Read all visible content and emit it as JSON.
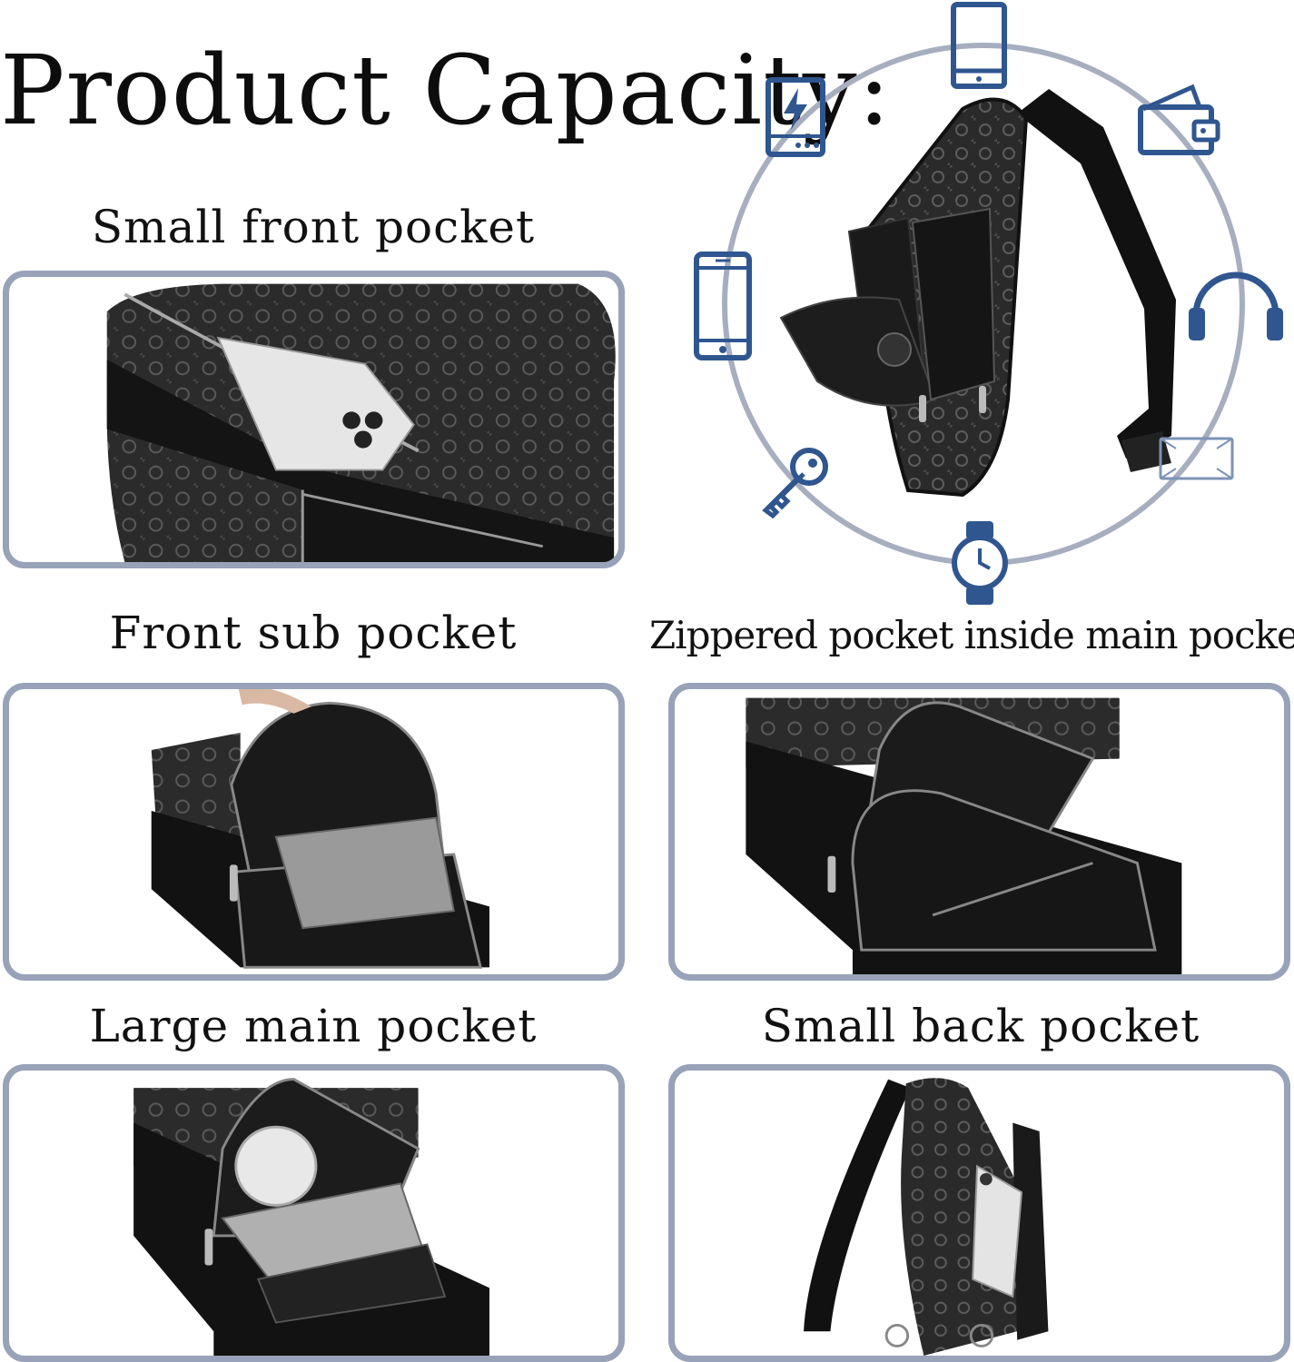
{
  "page_title": "Product Capacity:",
  "accent_color": "#2f568f",
  "frame_color": "#98a2b8",
  "circle_icons": [
    "tablet-icon",
    "power-bank-icon",
    "wallet-icon",
    "phone-icon",
    "headphones-icon",
    "tissue-pack-icon",
    "key-icon",
    "watch-icon"
  ],
  "pockets": {
    "small_front": {
      "label": "Small front pocket"
    },
    "front_sub": {
      "label": "Front sub pocket"
    },
    "zippered_inside": {
      "label": "Zippered pocket inside main pocket"
    },
    "large_main": {
      "label": "Large main pocket"
    },
    "small_back": {
      "label": "Small back pocket"
    }
  }
}
